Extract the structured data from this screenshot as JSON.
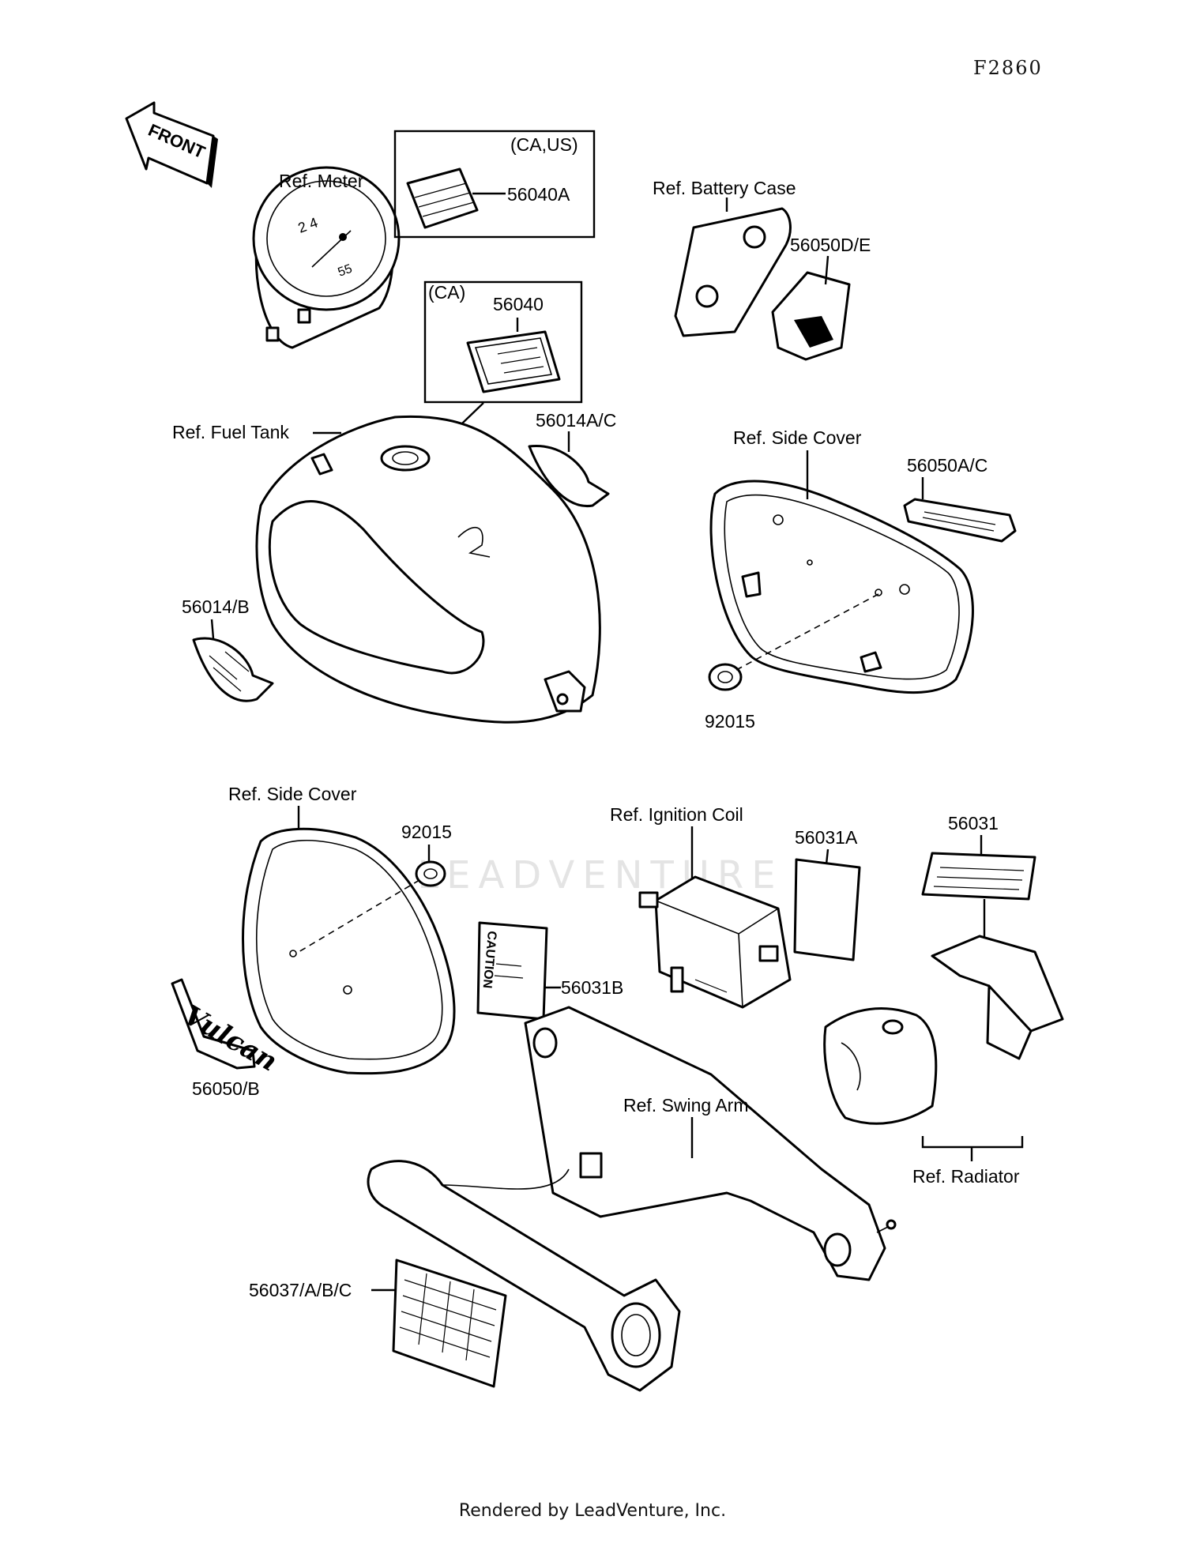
{
  "figure_id": "F2860",
  "footer_text": "Rendered by LeadVenture, Inc.",
  "watermark": "LEADVENTURE",
  "front_arrow": "FRONT",
  "labels": {
    "ref_meter": "Ref. Meter",
    "ca_us": "(CA,US)",
    "p56040A": "56040A",
    "ca": "(CA)",
    "p56040": "56040",
    "ref_battery_case": "Ref. Battery Case",
    "p56050DE": "56050D/E",
    "ref_fuel_tank": "Ref. Fuel Tank",
    "p56014AC": "56014A/C",
    "ref_side_cover_top": "Ref. Side Cover",
    "p56050AC": "56050A/C",
    "p56014B": "56014/B",
    "p92015_top": "92015",
    "ref_side_cover_bottom": "Ref. Side Cover",
    "p92015_bottom": "92015",
    "ref_ignition_coil": "Ref. Ignition Coil",
    "p56031A": "56031A",
    "p56031": "56031",
    "p56031B": "56031B",
    "caution_text": "CAUTION",
    "p56050B": "56050/B",
    "vulcan_emblem": "Vulcan",
    "ref_swing_arm": "Ref. Swing Arm",
    "ref_radiator": "Ref. Radiator",
    "p56037ABC": "56037/A/B/C"
  }
}
